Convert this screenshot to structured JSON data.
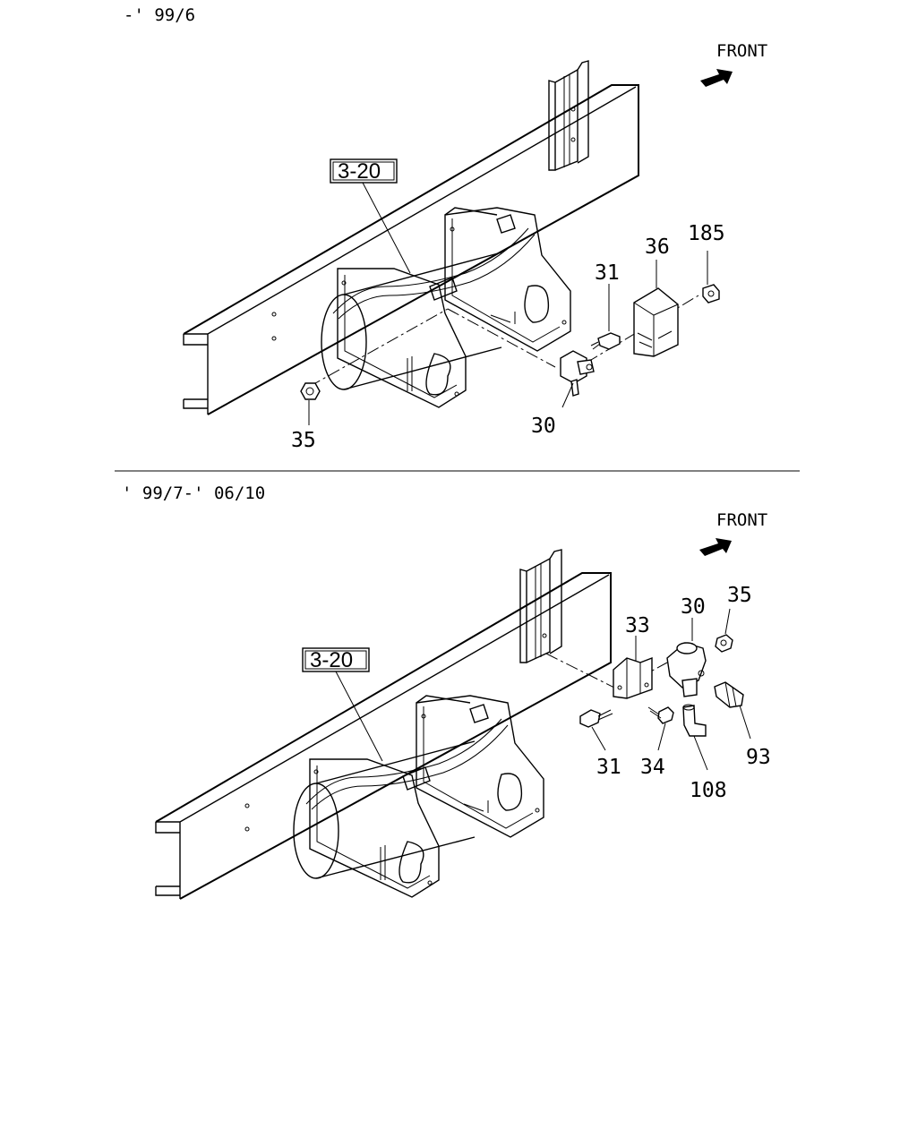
{
  "top_section": {
    "date_label": "-' 99/6",
    "front_label": "FRONT",
    "ref_box": "3-20",
    "callouts": {
      "c35": "35",
      "c30": "30",
      "c31": "31",
      "c36": "36",
      "c185": "185"
    }
  },
  "bottom_section": {
    "date_label": "' 99/7-' 06/10",
    "front_label": "FRONT",
    "ref_box": "3-20",
    "callouts": {
      "c30": "30",
      "c35": "35",
      "c33": "33",
      "c31": "31",
      "c34": "34",
      "c108": "108",
      "c93": "93"
    }
  }
}
